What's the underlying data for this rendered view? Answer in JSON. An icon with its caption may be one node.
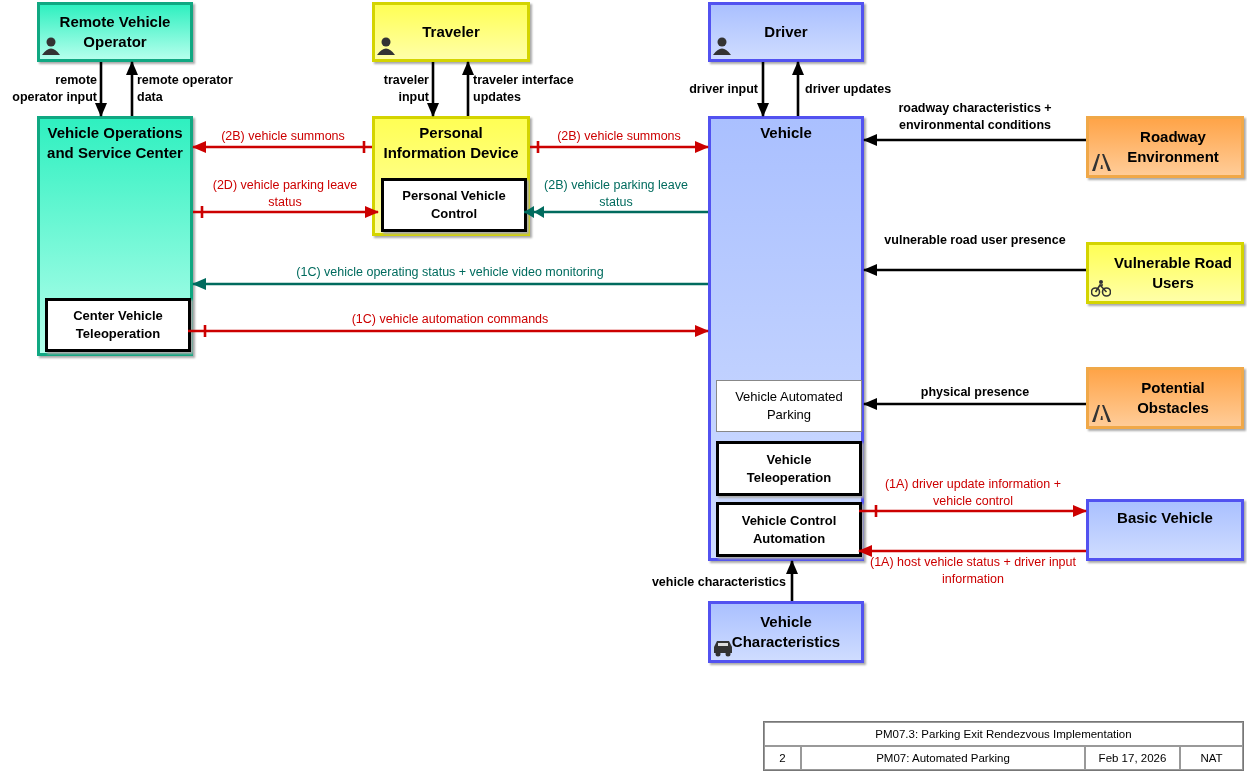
{
  "diagram": {
    "nodes": [
      {
        "text": [
          "Remote Vehicle Operator"
        ]
      },
      {
        "text": [
          "Traveler"
        ]
      },
      {
        "text": [
          "Driver"
        ]
      },
      {
        "text": [
          "Vehicle Operations and Service Center"
        ]
      },
      {
        "text": [
          "Center Vehicle Teleoperation"
        ],
        "in": 3
      },
      {
        "text": [
          "Personal Information Device"
        ]
      },
      {
        "text": [
          "Personal Vehicle Control"
        ],
        "in": 5
      },
      {
        "text": [
          "Vehicle"
        ]
      },
      {
        "text": [
          "Vehicle Automated Parking"
        ],
        "in": 7
      },
      {
        "text": [
          "Vehicle Teleoperation"
        ],
        "in": 7
      },
      {
        "text": [
          "Vehicle Control Automation"
        ],
        "in": 7
      },
      {
        "text": [
          "Roadway Environment"
        ]
      },
      {
        "text": [
          "Vulnerable Road Users"
        ]
      },
      {
        "text": [
          "Potential Obstacles"
        ]
      },
      {
        "text": [
          "Basic Vehicle"
        ]
      },
      {
        "text": [
          "Vehicle Characteristics"
        ]
      }
    ],
    "edges": [
      {
        "from": 0,
        "to": 3,
        "arrow": "to",
        "label": "remote operator input"
      },
      {
        "from": 3,
        "to": 0,
        "arrow": "to",
        "label": "remote operator data"
      },
      {
        "from": 1,
        "to": 5,
        "arrow": "to",
        "label": "traveler input"
      },
      {
        "from": 5,
        "to": 1,
        "arrow": "to",
        "label": "traveler interface updates"
      },
      {
        "from": 2,
        "to": 7,
        "arrow": "to",
        "label": "driver input"
      },
      {
        "from": 7,
        "to": 2,
        "arrow": "to",
        "label": "driver updates"
      },
      {
        "from": 5,
        "to": 3,
        "arrow": "to",
        "label": "(2B) vehicle summons",
        "color": "#cc0000"
      },
      {
        "from": 5,
        "to": 7,
        "arrow": "to",
        "label": "(2B) vehicle summons",
        "color": "#cc0000"
      },
      {
        "from": 3,
        "to": 6,
        "arrow": "to",
        "label": "(2D) vehicle parking leave status",
        "color": "#cc0000"
      },
      {
        "from": 7,
        "to": 6,
        "arrow": "to",
        "label": "(2B) vehicle parking leave status",
        "color": "#006b5e"
      },
      {
        "from": 7,
        "to": 3,
        "arrow": "to",
        "label": "(1C) vehicle operating status + vehicle video monitoring",
        "color": "#006b5e"
      },
      {
        "from": 4,
        "to": 7,
        "arrow": "to",
        "label": "(1C) vehicle automation commands",
        "color": "#cc0000"
      },
      {
        "from": 11,
        "to": 7,
        "arrow": "to",
        "label": "roadway characteristics + environmental conditions"
      },
      {
        "from": 12,
        "to": 7,
        "arrow": "to",
        "label": "vulnerable road user presence"
      },
      {
        "from": 13,
        "to": 7,
        "arrow": "to",
        "label": "physical presence"
      },
      {
        "from": 10,
        "to": 14,
        "arrow": "to",
        "label": "(1A) driver update information + vehicle control",
        "color": "#cc0000"
      },
      {
        "from": 14,
        "to": 10,
        "arrow": "to",
        "label": "(1A) host vehicle status + driver input information",
        "color": "#cc0000"
      },
      {
        "from": 15,
        "to": 7,
        "arrow": "to",
        "label": "vehicle characteristics"
      }
    ],
    "labels": [
      "PM07.3: Parking Exit Rendezvous Implementation",
      "2",
      "PM07: Automated Parking",
      "Feb 17, 2026",
      "NAT"
    ]
  }
}
